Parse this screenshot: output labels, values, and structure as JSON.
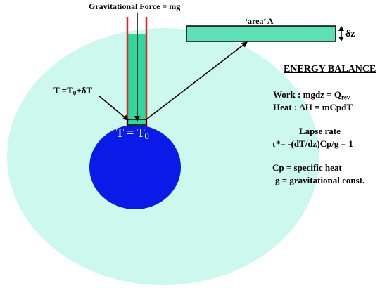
{
  "colors": {
    "outer_sphere": "#cdf8ee",
    "core": "#0a1be8",
    "column_fill": "#33d6a3",
    "column_walls": "#e3231c",
    "slab_fill": "#5ee0b6",
    "text": "#000000",
    "core_text": "#ffffff"
  },
  "labels": {
    "gravity_force": "Gravitational Force = mg",
    "area_label": "‘area’ A",
    "delta_z": "δz",
    "top_temperature": "T =T",
    "top_temperature_sub": "0",
    "top_temperature_suffix": "+δT",
    "core_temperature": "T = T",
    "core_temperature_sub": "0"
  },
  "energy_balance": {
    "heading": "ENERGY BALANCE",
    "work_line": "Work : mgdz  = Q",
    "work_sub": "rev",
    "heat_line": "Heat   :   ΔH   = mCpdT",
    "lapse_heading": "Lapse rate",
    "lapse_formula": "τ*= -(dT/dz)Cp/g = 1",
    "cp_definition": "Cp = specific heat",
    "g_definition": "g = gravitational const."
  }
}
